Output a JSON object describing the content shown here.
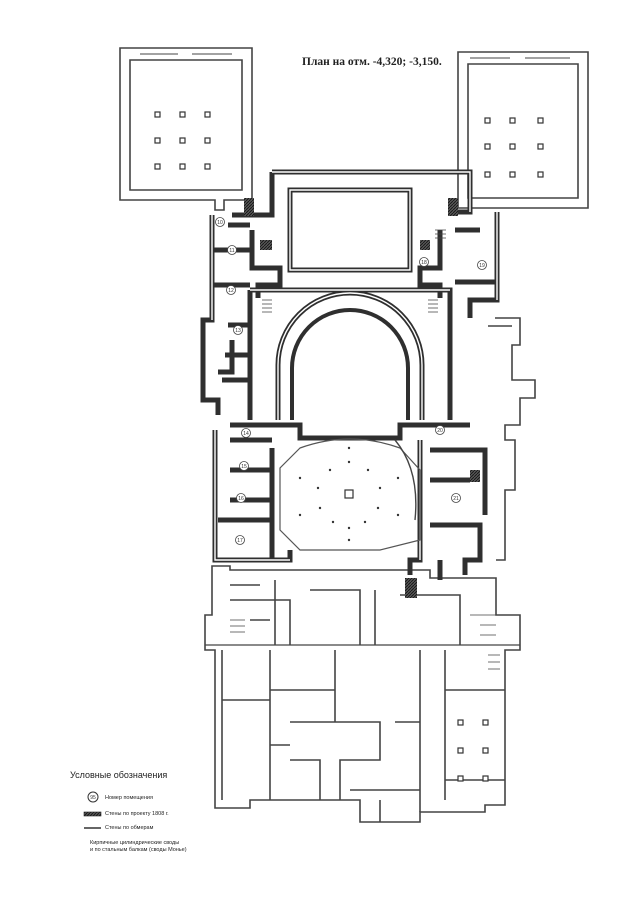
{
  "title": "План на отм. -4,320; -3,150.",
  "legend": {
    "heading": "Условные обозначения",
    "room_symbol_sample": "95",
    "items": [
      {
        "label": "Номер помещения"
      },
      {
        "label": "Стены по проекту 1808 г."
      },
      {
        "label": "Стены по обмерам"
      },
      {
        "label": "Кирпичные цилиндрические своды",
        "label2": "и по стальным балкам (своды Монье)"
      }
    ]
  },
  "rooms": [
    {
      "id": "r1",
      "num": "10"
    },
    {
      "id": "r2",
      "num": "11"
    },
    {
      "id": "r3",
      "num": "12"
    },
    {
      "id": "r4",
      "num": "13"
    },
    {
      "id": "r5",
      "num": "14"
    },
    {
      "id": "r6",
      "num": "15"
    },
    {
      "id": "r7",
      "num": "16"
    },
    {
      "id": "r8",
      "num": "17"
    },
    {
      "id": "r9",
      "num": "18"
    },
    {
      "id": "r10",
      "num": "19"
    },
    {
      "id": "r11",
      "num": "20"
    },
    {
      "id": "r12",
      "num": "21"
    }
  ],
  "colors": {
    "wall_1808": "#2f2f2f",
    "wall_measured": "#444444",
    "paper": "#ffffff"
  }
}
